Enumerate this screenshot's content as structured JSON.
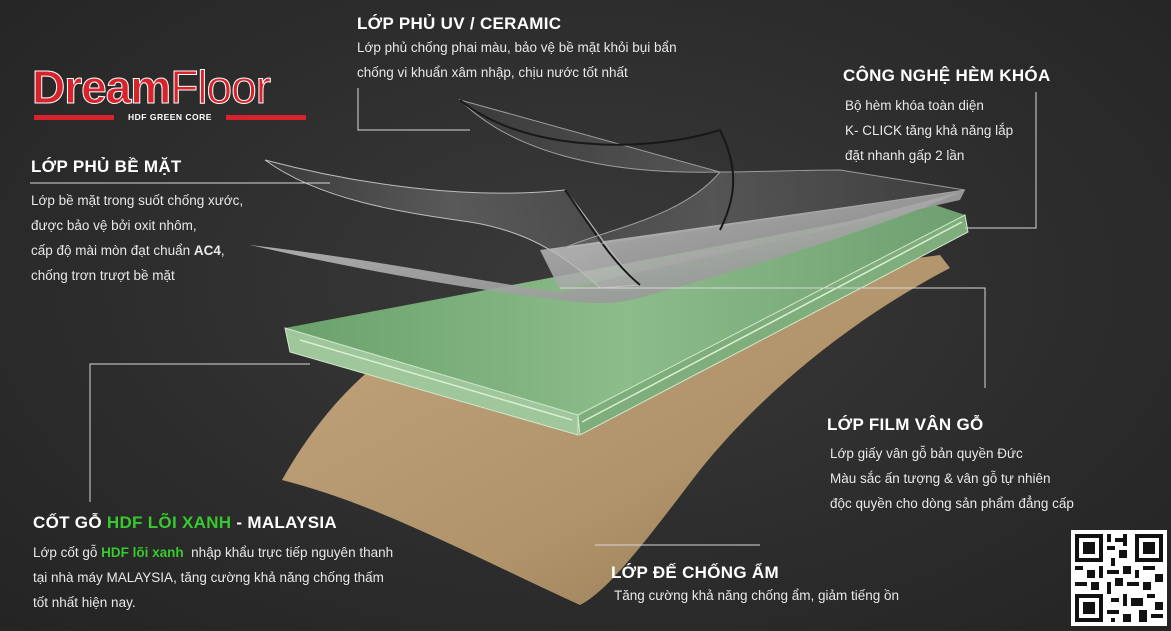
{
  "logo": {
    "word1": "Dream",
    "word2": "Floor",
    "tagline": "HDF GREEN CORE",
    "colors": {
      "red": "#d7232b",
      "white": "#ffffff"
    }
  },
  "uv_layer": {
    "heading": "LỚP PHỦ UV / CERAMIC",
    "lines": [
      "Lớp phủ chống phai màu, bảo vệ bề mặt khỏi bụi bẩn",
      "chống vi khuẩn xâm nhập, chịu nước tốt nhất"
    ]
  },
  "lock_tech": {
    "heading": "CÔNG NGHỆ HÈM KHÓA",
    "lines": [
      "Bộ hèm khóa toàn diện",
      "K- CLICK tăng khả năng lắp",
      "đặt nhanh gấp 2 lần"
    ]
  },
  "surface_layer": {
    "heading": "LỚP PHỦ BỀ MẶT",
    "lines": [
      "Lớp bề mặt trong suốt chống xước,",
      "được bảo vệ bởi oxit nhôm,"
    ],
    "line3_prefix": "cấp độ mài mòn đạt chuẩn ",
    "line3_bold": "AC4",
    "line3_suffix": ",",
    "line4": "chống trơn trượt bề mặt"
  },
  "film_layer": {
    "heading": "LỚP FILM VÂN GỖ",
    "lines": [
      "Lớp giấy vân gỗ bản quyền Đức",
      "Màu sắc ấn tượng & vân gỗ tự nhiên",
      "độc quyền cho dòng sản phẩm đẳng cấp"
    ]
  },
  "core_layer": {
    "heading_prefix": "CỐT GỖ ",
    "heading_highlight": "HDF LÕI XANH",
    "heading_suffix": " - MALAYSIA",
    "line1_prefix": "Lớp cốt gỗ ",
    "line1_highlight": "HDF lõi xanh",
    "line1_suffix": "  nhập khẩu trực tiếp nguyên thanh",
    "lines": [
      "tại nhà máy MALAYSIA, tăng cường khả năng chống thấm",
      "tốt nhất hiện nay."
    ],
    "highlight_color": "#37c92e"
  },
  "base_layer": {
    "heading": "LỚP ĐẾ CHỐNG ẨM",
    "line": "Tăng cường khả năng chống ẩm, giảm tiếng ồn"
  },
  "qr": {
    "icon": "qr-code-icon"
  }
}
